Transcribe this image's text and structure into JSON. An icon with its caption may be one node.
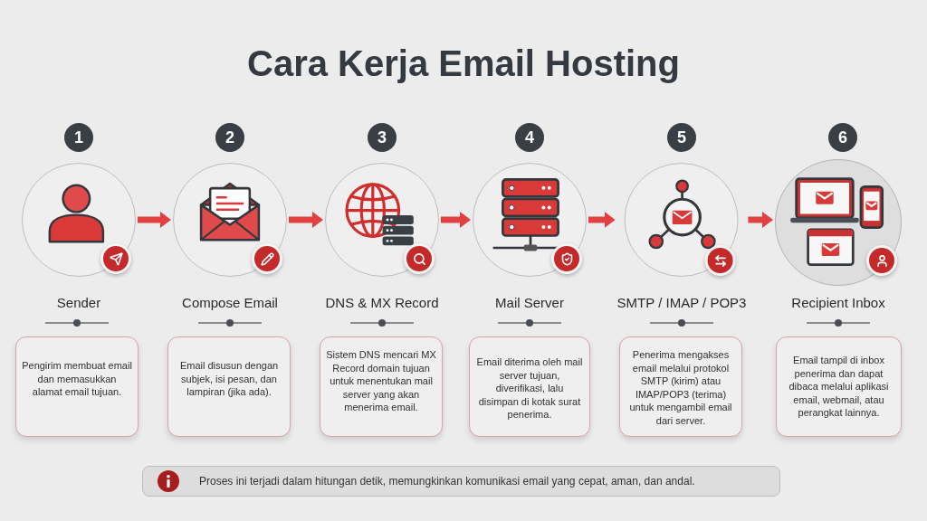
{
  "diagram": {
    "title": "Cara Kerja Email Hosting",
    "nodes": [
      {
        "text": [
          "1"
        ]
      },
      {
        "text": [
          "Sender"
        ]
      },
      {
        "text": [
          "Pengirim membuat email dan memasukkan alamat email tujuan."
        ]
      },
      {
        "text": [
          "2"
        ]
      },
      {
        "text": [
          "Compose Email"
        ]
      },
      {
        "text": [
          "Email disusun dengan subjek, isi pesan, dan lampiran (jika ada)."
        ]
      },
      {
        "text": [
          "3"
        ]
      },
      {
        "text": [
          "DNS & MX Record"
        ]
      },
      {
        "text": [
          "Sistem DNS mencari MX Record domain tujuan untuk menentukan mail server yang akan menerima email."
        ]
      },
      {
        "text": [
          "4"
        ]
      },
      {
        "text": [
          "Mail Server"
        ]
      },
      {
        "text": [
          "Email diterima oleh mail server tujuan, diverifikasi, lalu disimpan di kotak surat penerima."
        ]
      },
      {
        "text": [
          "5"
        ]
      },
      {
        "text": [
          "SMTP / IMAP / POP3"
        ]
      },
      {
        "text": [
          "Penerima mengakses email melalui protokol SMTP (kirim) atau IMAP/POP3 (terima) untuk mengambil email dari server."
        ]
      },
      {
        "text": [
          "6"
        ]
      },
      {
        "text": [
          "Recipient Inbox"
        ]
      },
      {
        "text": [
          "Email tampil di inbox penerima dan dapat dibaca melalui aplikasi email, webmail, atau perangkat lainnya."
        ]
      },
      {
        "text": [
          "Proses ini terjadi dalam hitungan detik, memungkinkan komunikasi email yang cepat, aman, dan andal."
        ]
      }
    ],
    "edges": [
      {
        "from": 1,
        "to": 4,
        "arrow": "to"
      },
      {
        "from": 4,
        "to": 7,
        "arrow": "to"
      },
      {
        "from": 7,
        "to": 10,
        "arrow": "to"
      },
      {
        "from": 10,
        "to": 13,
        "arrow": "to"
      },
      {
        "from": 13,
        "to": 16,
        "arrow": "to"
      }
    ]
  }
}
